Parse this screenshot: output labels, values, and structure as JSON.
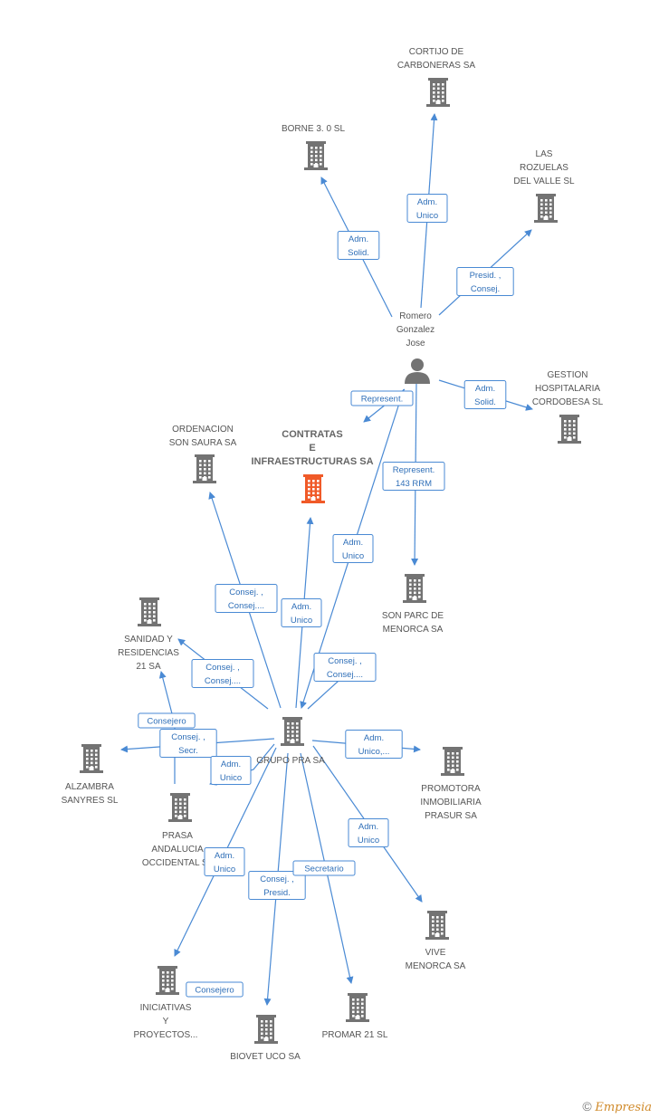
{
  "colors": {
    "node": "#737373",
    "highlight": "#f05a28",
    "edge": "#4a8ad4",
    "edge_text": "#2f6fb8"
  },
  "nodes": [
    {
      "id": "cortijo",
      "type": "company",
      "lines": [
        "CORTIJO DE",
        "CARBONERAS SA"
      ]
    },
    {
      "id": "borne",
      "type": "company",
      "lines": [
        "BORNE 3. 0  SL"
      ]
    },
    {
      "id": "rozuelas",
      "type": "company",
      "lines": [
        "LAS",
        "ROZUELAS",
        "DEL VALLE SL"
      ]
    },
    {
      "id": "romero",
      "type": "person",
      "lines": [
        "Romero",
        "Gonzalez",
        "Jose"
      ]
    },
    {
      "id": "gestion",
      "type": "company",
      "lines": [
        "GESTION",
        "HOSPITALARIA",
        "CORDOBESA SL"
      ]
    },
    {
      "id": "ordenacion",
      "type": "company",
      "lines": [
        "ORDENACION",
        "SON SAURA SA"
      ]
    },
    {
      "id": "contratas",
      "type": "company",
      "highlight": true,
      "lines": [
        "CONTRATAS",
        "E",
        "INFRAESTRUCTURAS SA"
      ]
    },
    {
      "id": "sonparc",
      "type": "company",
      "lines": [
        "SON PARC DE",
        "MENORCA SA"
      ]
    },
    {
      "id": "sanidad",
      "type": "company",
      "lines": [
        "SANIDAD Y",
        "RESIDENCIAS",
        "21 SA"
      ]
    },
    {
      "id": "grupo",
      "type": "company",
      "lines": [
        "GRUPO PRA SA"
      ]
    },
    {
      "id": "alzambra",
      "type": "company",
      "lines": [
        "ALZAMBRA",
        "SANYRES SL"
      ]
    },
    {
      "id": "promotora",
      "type": "company",
      "lines": [
        "PROMOTORA",
        "INMOBILIARIA",
        "PRASUR SA"
      ]
    },
    {
      "id": "prasa",
      "type": "company",
      "lines": [
        "PRASA",
        "ANDALUCIA",
        "OCCIDENTAL  SL"
      ]
    },
    {
      "id": "vive",
      "type": "company",
      "lines": [
        "VIVE",
        "MENORCA SA"
      ]
    },
    {
      "id": "iniciativas",
      "type": "company",
      "lines": [
        "INICIATIVAS",
        "Y",
        "PROYECTOS..."
      ]
    },
    {
      "id": "biovet",
      "type": "company",
      "lines": [
        "BIOVET UCO SA"
      ]
    },
    {
      "id": "promar",
      "type": "company",
      "lines": [
        "PROMAR 21 SL"
      ]
    }
  ],
  "edges": [
    {
      "id": "e1",
      "from": "romero",
      "to": "borne",
      "lines": [
        "Adm.",
        "Solid."
      ]
    },
    {
      "id": "e2",
      "from": "romero",
      "to": "cortijo",
      "lines": [
        "Adm.",
        "Unico"
      ]
    },
    {
      "id": "e3",
      "from": "romero",
      "to": "rozuelas",
      "lines": [
        "Presid. ,",
        "Consej."
      ]
    },
    {
      "id": "e4",
      "from": "romero",
      "to": "gestion",
      "lines": [
        "Adm.",
        "Solid."
      ]
    },
    {
      "id": "e5",
      "from": "romero",
      "to": "contratas",
      "lines": [
        "Represent."
      ]
    },
    {
      "id": "e6",
      "from": "romero",
      "to": "sonparc",
      "lines": [
        "Represent.",
        "143 RRM"
      ]
    },
    {
      "id": "e7",
      "from": "romero",
      "to": "grupo",
      "lines": [
        "Adm.",
        "Unico"
      ]
    },
    {
      "id": "e8",
      "from": "grupo",
      "to": "ordenacion",
      "lines": [
        "Consej. ,",
        "Consej...."
      ]
    },
    {
      "id": "e9",
      "from": "grupo",
      "to": "contratas",
      "lines": [
        "Adm.",
        "Unico"
      ]
    },
    {
      "id": "e10",
      "from": "grupo",
      "to": "sonparc",
      "lines": [
        "Consej. ,",
        "Consej...."
      ]
    },
    {
      "id": "e11",
      "from": "grupo",
      "to": "sanidad",
      "lines": [
        "Consej. ,",
        "Consej...."
      ]
    },
    {
      "id": "e12",
      "from": "prasa",
      "to": "sanidad",
      "lines": [
        "Consejero"
      ]
    },
    {
      "id": "e13",
      "from": "grupo",
      "to": "alzambra",
      "lines": [
        "Consej. ,",
        "Secr."
      ]
    },
    {
      "id": "e14",
      "from": "grupo",
      "to": "prasa",
      "lines": [
        "Adm.",
        "Unico"
      ]
    },
    {
      "id": "e15",
      "from": "grupo",
      "to": "promotora",
      "lines": [
        "Adm.",
        "Unico,..."
      ]
    },
    {
      "id": "e16",
      "from": "grupo",
      "to": "vive",
      "lines": [
        "Adm.",
        "Unico"
      ]
    },
    {
      "id": "e17",
      "from": "grupo",
      "to": "iniciativas",
      "lines": [
        "Adm.",
        "Unico"
      ]
    },
    {
      "id": "e18",
      "from": "grupo",
      "to": "biovet",
      "lines": [
        "Consej. ,",
        "Presid."
      ]
    },
    {
      "id": "e19",
      "from": "grupo",
      "to": "promar",
      "lines": [
        "Secretario"
      ]
    },
    {
      "id": "e20",
      "from": "iniciativas",
      "to": "iniciativas",
      "lines": [
        "Consejero"
      ]
    }
  ],
  "watermark": {
    "symbol": "©",
    "brand": "Empresia"
  }
}
